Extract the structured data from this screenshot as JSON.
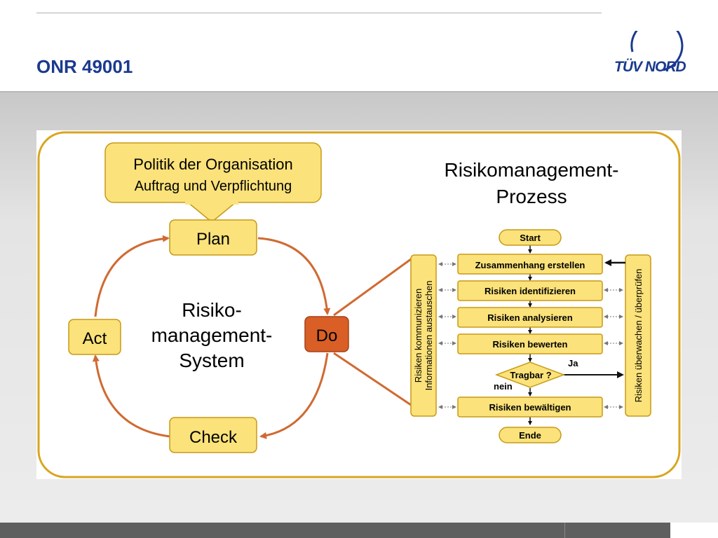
{
  "slide": {
    "title": "ONR 49001",
    "logo_text": "TÜV NORD"
  },
  "diagram": {
    "policy": {
      "line1": "Politik der Organisation",
      "line2": "Auftrag und Verpflichtung"
    },
    "cycle": {
      "plan": "Plan",
      "do": "Do",
      "check": "Check",
      "act": "Act",
      "center_lines": [
        "Risiko-",
        "management-",
        "System"
      ]
    },
    "process": {
      "title_lines": [
        "Risikomanagement-",
        "Prozess"
      ],
      "start": "Start",
      "steps": [
        "Zusammenhang erstellen",
        "Risiken identifizieren",
        "Risiken analysieren",
        "Risiken bewerten"
      ],
      "decision": "Tragbar ?",
      "yes": "Ja",
      "no": "nein",
      "treat": "Risiken bewältigen",
      "end": "Ende",
      "left_bar_lines": [
        "Risiken kommunizieren",
        "Informationen austauschen"
      ],
      "right_bar": "Risiken überwachen / überprüfen"
    }
  },
  "colors": {
    "title_blue": "#1a3a8e",
    "frame_gold": "#d9a520",
    "box_fill": "#fbe27a",
    "box_stroke": "#c79a18",
    "do_fill": "#d95f26",
    "arrow_orange": "#d06a32"
  }
}
